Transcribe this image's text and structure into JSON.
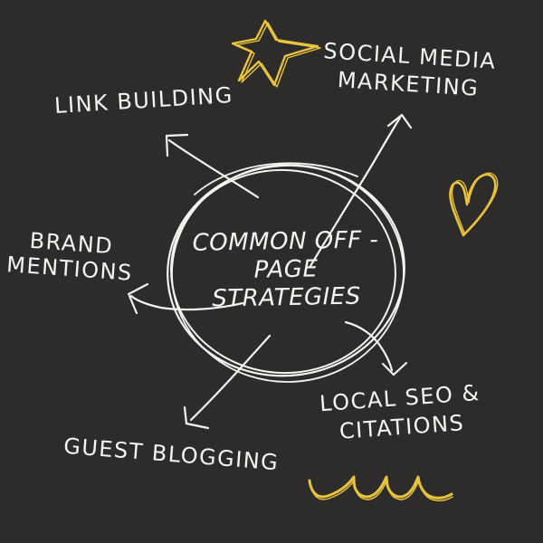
{
  "theme": {
    "background": "#2d2c2b",
    "ink": "#f6f4f1",
    "accent": "#e9c33d"
  },
  "center": {
    "lines": [
      "COMMON OFF -",
      "PAGE",
      "STRATEGIES"
    ]
  },
  "labels": {
    "link_building": {
      "text": "LINK BUILDING"
    },
    "social_media": {
      "lines": [
        "SOCIAL MEDIA",
        "MARKETING"
      ]
    },
    "brand_mentions": {
      "lines": [
        "BRAND",
        "MENTIONS"
      ]
    },
    "guest_blogging": {
      "text": "GUEST BLOGGING"
    },
    "local_seo": {
      "lines": [
        "LOCAL SEO &",
        "CITATIONS"
      ]
    }
  },
  "decorations": {
    "star": "star-doodle",
    "heart": "heart-doodle",
    "squiggle": "squiggle-doodle",
    "circle": "sketched-circle",
    "arrows": [
      "arrow-to-link-building",
      "arrow-to-social-media",
      "arrow-to-brand-mentions",
      "arrow-to-guest-blogging",
      "arrow-to-local-seo"
    ]
  }
}
